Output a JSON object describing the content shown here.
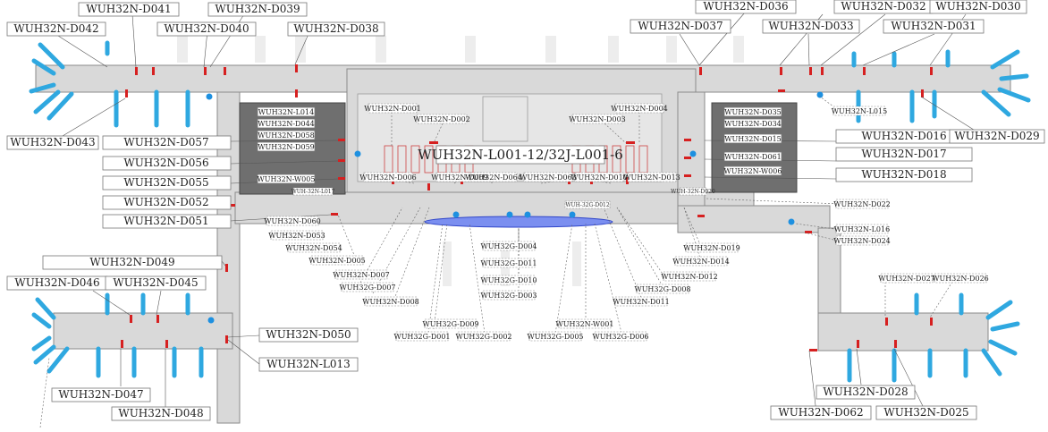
{
  "center_title": "WUH32N-L001-12/32J-L001-6",
  "left_labels": [
    "WUH32N-D041",
    "WUH32N-D039",
    "WUH32N-D042",
    "WUH32N-D040",
    "WUH32N-D038",
    "WUH32N-D043",
    "WUH32N-D057",
    "WUH32N-D056",
    "WUH32N-D055",
    "WUH32N-D052",
    "WUH32N-D051",
    "WUH32N-D049",
    "WUH32N-D046",
    "WUH32N-D045",
    "WUH32N-D050",
    "WUH32N-L013",
    "WUH32N-D047",
    "WUH32N-D048"
  ],
  "right_labels": [
    "WUH32N-D036",
    "WUH32N-D032",
    "WUH32N-D030",
    "WUH32N-D037",
    "WUH32N-D033",
    "WUH32N-D031",
    "WUH32N-D016",
    "WUH32N-D029",
    "WUH32N-D017",
    "WUH32N-D018",
    "WUH32N-D028",
    "WUH32N-D062",
    "WUH32N-D025"
  ],
  "left_room_labels": [
    "WUH32N-L014",
    "WUH32N-D044",
    "WUH32N-D058",
    "WUH32N-D059",
    "WUH32N-W005"
  ],
  "right_room_labels": [
    "WUH32N-D035",
    "WUH32N-D034",
    "WUH32N-D015",
    "WUH32N-D061",
    "WUH32N-W006"
  ],
  "center_small_labels": [
    "WUH32N-D001",
    "WUH32N-D002",
    "WUH32N-D003",
    "WUH32N-D004",
    "WUH32N-D006",
    "WUH32N-D009",
    "WUH32N-D064",
    "WUH32N-D063",
    "WUH32N-D010",
    "WUH32N-D013",
    "WUH32N-L015",
    "WUH32N-D060",
    "WUH32N-D053",
    "WUH32N-D054",
    "WUH32N-D005",
    "WUH32N-D007",
    "WUH32G-D007",
    "WUH32N-D008",
    "WUH32G-D004",
    "WUH32G-D011",
    "WUH32G-D010",
    "WUH32G-D003",
    "WUH32G-D009",
    "WUH32G-D001",
    "WUH32G-D002",
    "WUH32N-W001",
    "WUH32G-D005",
    "WUH32G-D006",
    "WUH32N-D012",
    "WUH32G-D008",
    "WUH32N-D011",
    "WUH32N-D014",
    "WUH32N-D019",
    "WUH32N-D022",
    "WUH32N-L016",
    "WUH32N-D024",
    "WUH32N-D027",
    "WUH32N-D026"
  ],
  "tiny_labels": [
    "WUH-32N-L017",
    "WUH-32G-D012",
    "WUH-32N-D020"
  ]
}
